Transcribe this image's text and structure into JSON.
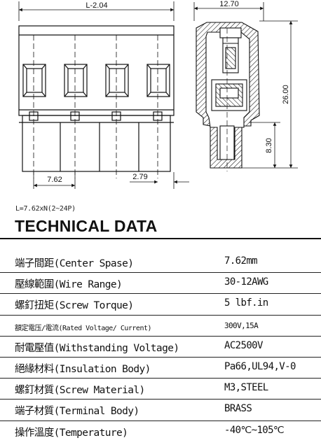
{
  "drawing": {
    "dims": {
      "overall_length": "L-2.04",
      "width": "12.70",
      "height": "26.00",
      "pin_height": "8.30",
      "pitch": "7.62",
      "edge_offset": "2.79"
    }
  },
  "formula": "L=7.62xN(2~24P)",
  "title": "TECHNICAL DATA",
  "specs": [
    {
      "label": "端子間距(Center Spase)",
      "value": "7.62mm"
    },
    {
      "label": "壓線範圍(Wire Range)",
      "value": "30-12AWG"
    },
    {
      "label": "螺釘扭矩(Screw Torque)",
      "value": "5 lbf.in"
    },
    {
      "label": "額定電压/電流(Rated Voltage/ Current)",
      "value": "300V,15A"
    },
    {
      "label": "耐電壓值(Withstanding Voltage)",
      "value": "AC2500V"
    },
    {
      "label": "絕緣材料(Insulation Body)",
      "value": "Pa66,UL94,V-0"
    },
    {
      "label": "螺釘材質(Screw Material)",
      "value": "M3,STEEL"
    },
    {
      "label": "端子材質(Terminal Body)",
      "value": "BRASS"
    },
    {
      "label": "操作溫度(Temperature)",
      "value": "-40℃~105℃"
    }
  ]
}
